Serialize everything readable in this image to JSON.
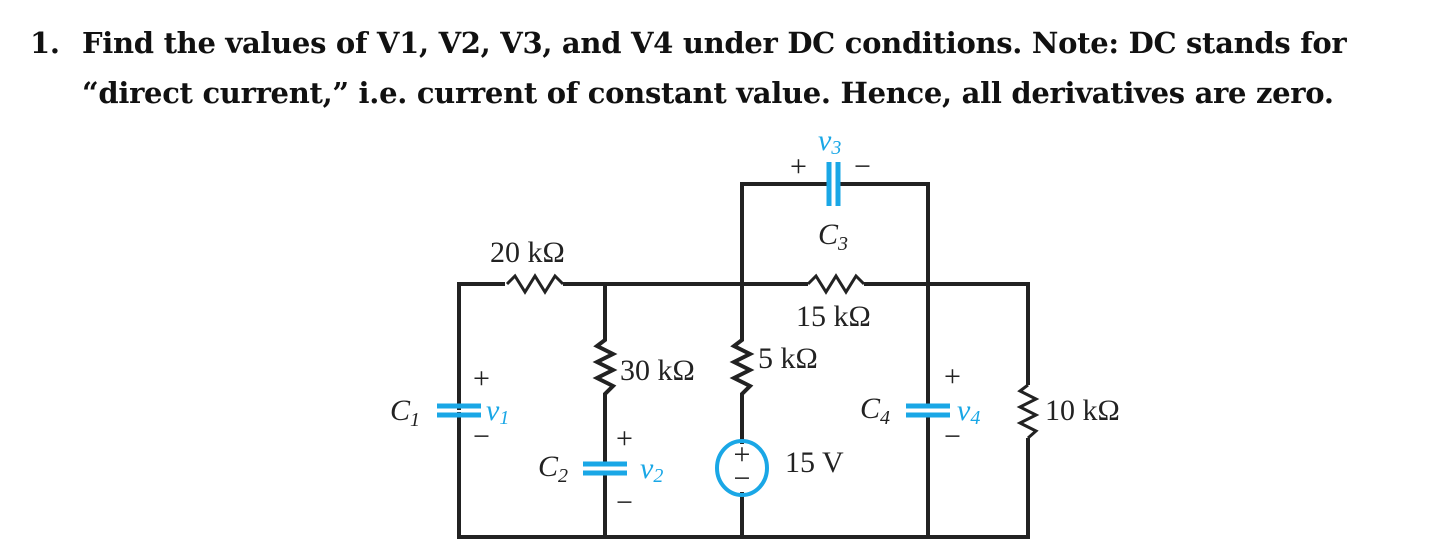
{
  "question": {
    "number": "1.",
    "line1": "Find the values of V1, V2, V3, and V4 under DC conditions.  Note:  DC stands for",
    "line2": "“direct current,” i.e. current of constant value.  Hence, all derivatives are zero."
  },
  "circuit": {
    "colors": {
      "wire": "#222222",
      "element": "#1aa7e6"
    },
    "resistors": {
      "r20": "20 kΩ",
      "r15": "15 kΩ",
      "r30": "30 kΩ",
      "r5": "5 kΩ",
      "r10": "10 kΩ"
    },
    "source": {
      "value": "15 V",
      "plus": "+",
      "minus": "−"
    },
    "capacitors": {
      "c1": {
        "name": "C",
        "sub": "1",
        "v": "v",
        "vsub": "1"
      },
      "c2": {
        "name": "C",
        "sub": "2",
        "v": "v",
        "vsub": "2"
      },
      "c3": {
        "name": "C",
        "sub": "3",
        "v": "v",
        "vsub": "3"
      },
      "c4": {
        "name": "C",
        "sub": "4",
        "v": "v",
        "vsub": "4"
      }
    },
    "plus": "+",
    "minus": "−"
  }
}
